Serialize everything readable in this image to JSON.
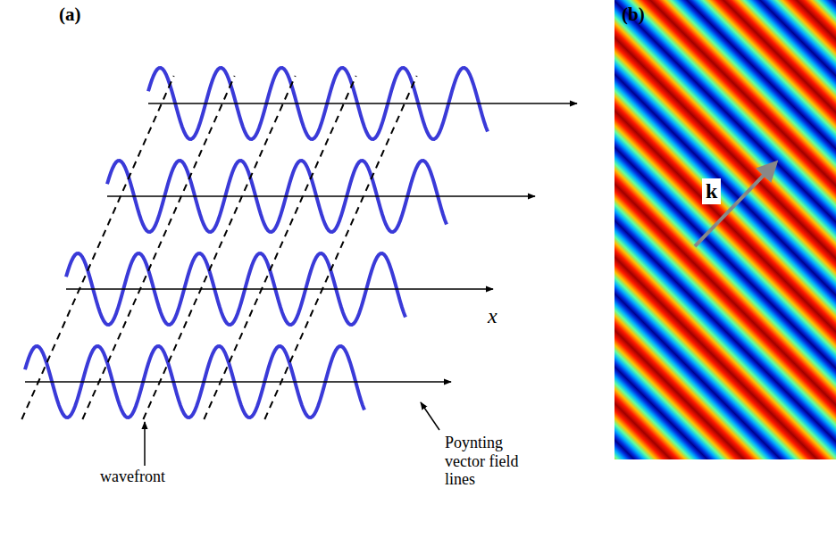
{
  "diagram": {
    "labels": [
      "(a)",
      "(b)",
      "x",
      "wavefront",
      "Poynting vector field lines",
      "k"
    ]
  }
}
